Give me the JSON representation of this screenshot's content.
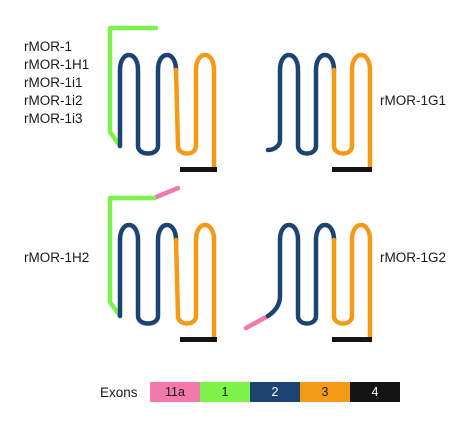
{
  "colors": {
    "exon_11a": "#f17aab",
    "exon_1": "#7cf24a",
    "exon_2": "#1c4372",
    "exon_3": "#f59a17",
    "exon_4": "#141414"
  },
  "diagrams": {
    "top_left": {
      "labels": [
        "rMOR-1",
        "rMOR-1H1",
        "rMOR-1i1",
        "rMOR-1i2",
        "rMOR-1i3"
      ]
    },
    "top_right": {
      "label": "rMOR-1G1"
    },
    "bottom_left": {
      "label": "rMOR-1H2"
    },
    "bottom_right": {
      "label": "rMOR-1G2"
    }
  },
  "legend": {
    "title": "Exons",
    "items": [
      {
        "label": "11a",
        "color": "#f17aab",
        "text_color": "#1a1a1a"
      },
      {
        "label": "1",
        "color": "#7cf24a",
        "text_color": "#1a1a1a"
      },
      {
        "label": "2",
        "color": "#1c4372",
        "text_color": "#ffffff"
      },
      {
        "label": "3",
        "color": "#f59a17",
        "text_color": "#1a1a1a"
      },
      {
        "label": "4",
        "color": "#141414",
        "text_color": "#ffffff"
      }
    ]
  }
}
